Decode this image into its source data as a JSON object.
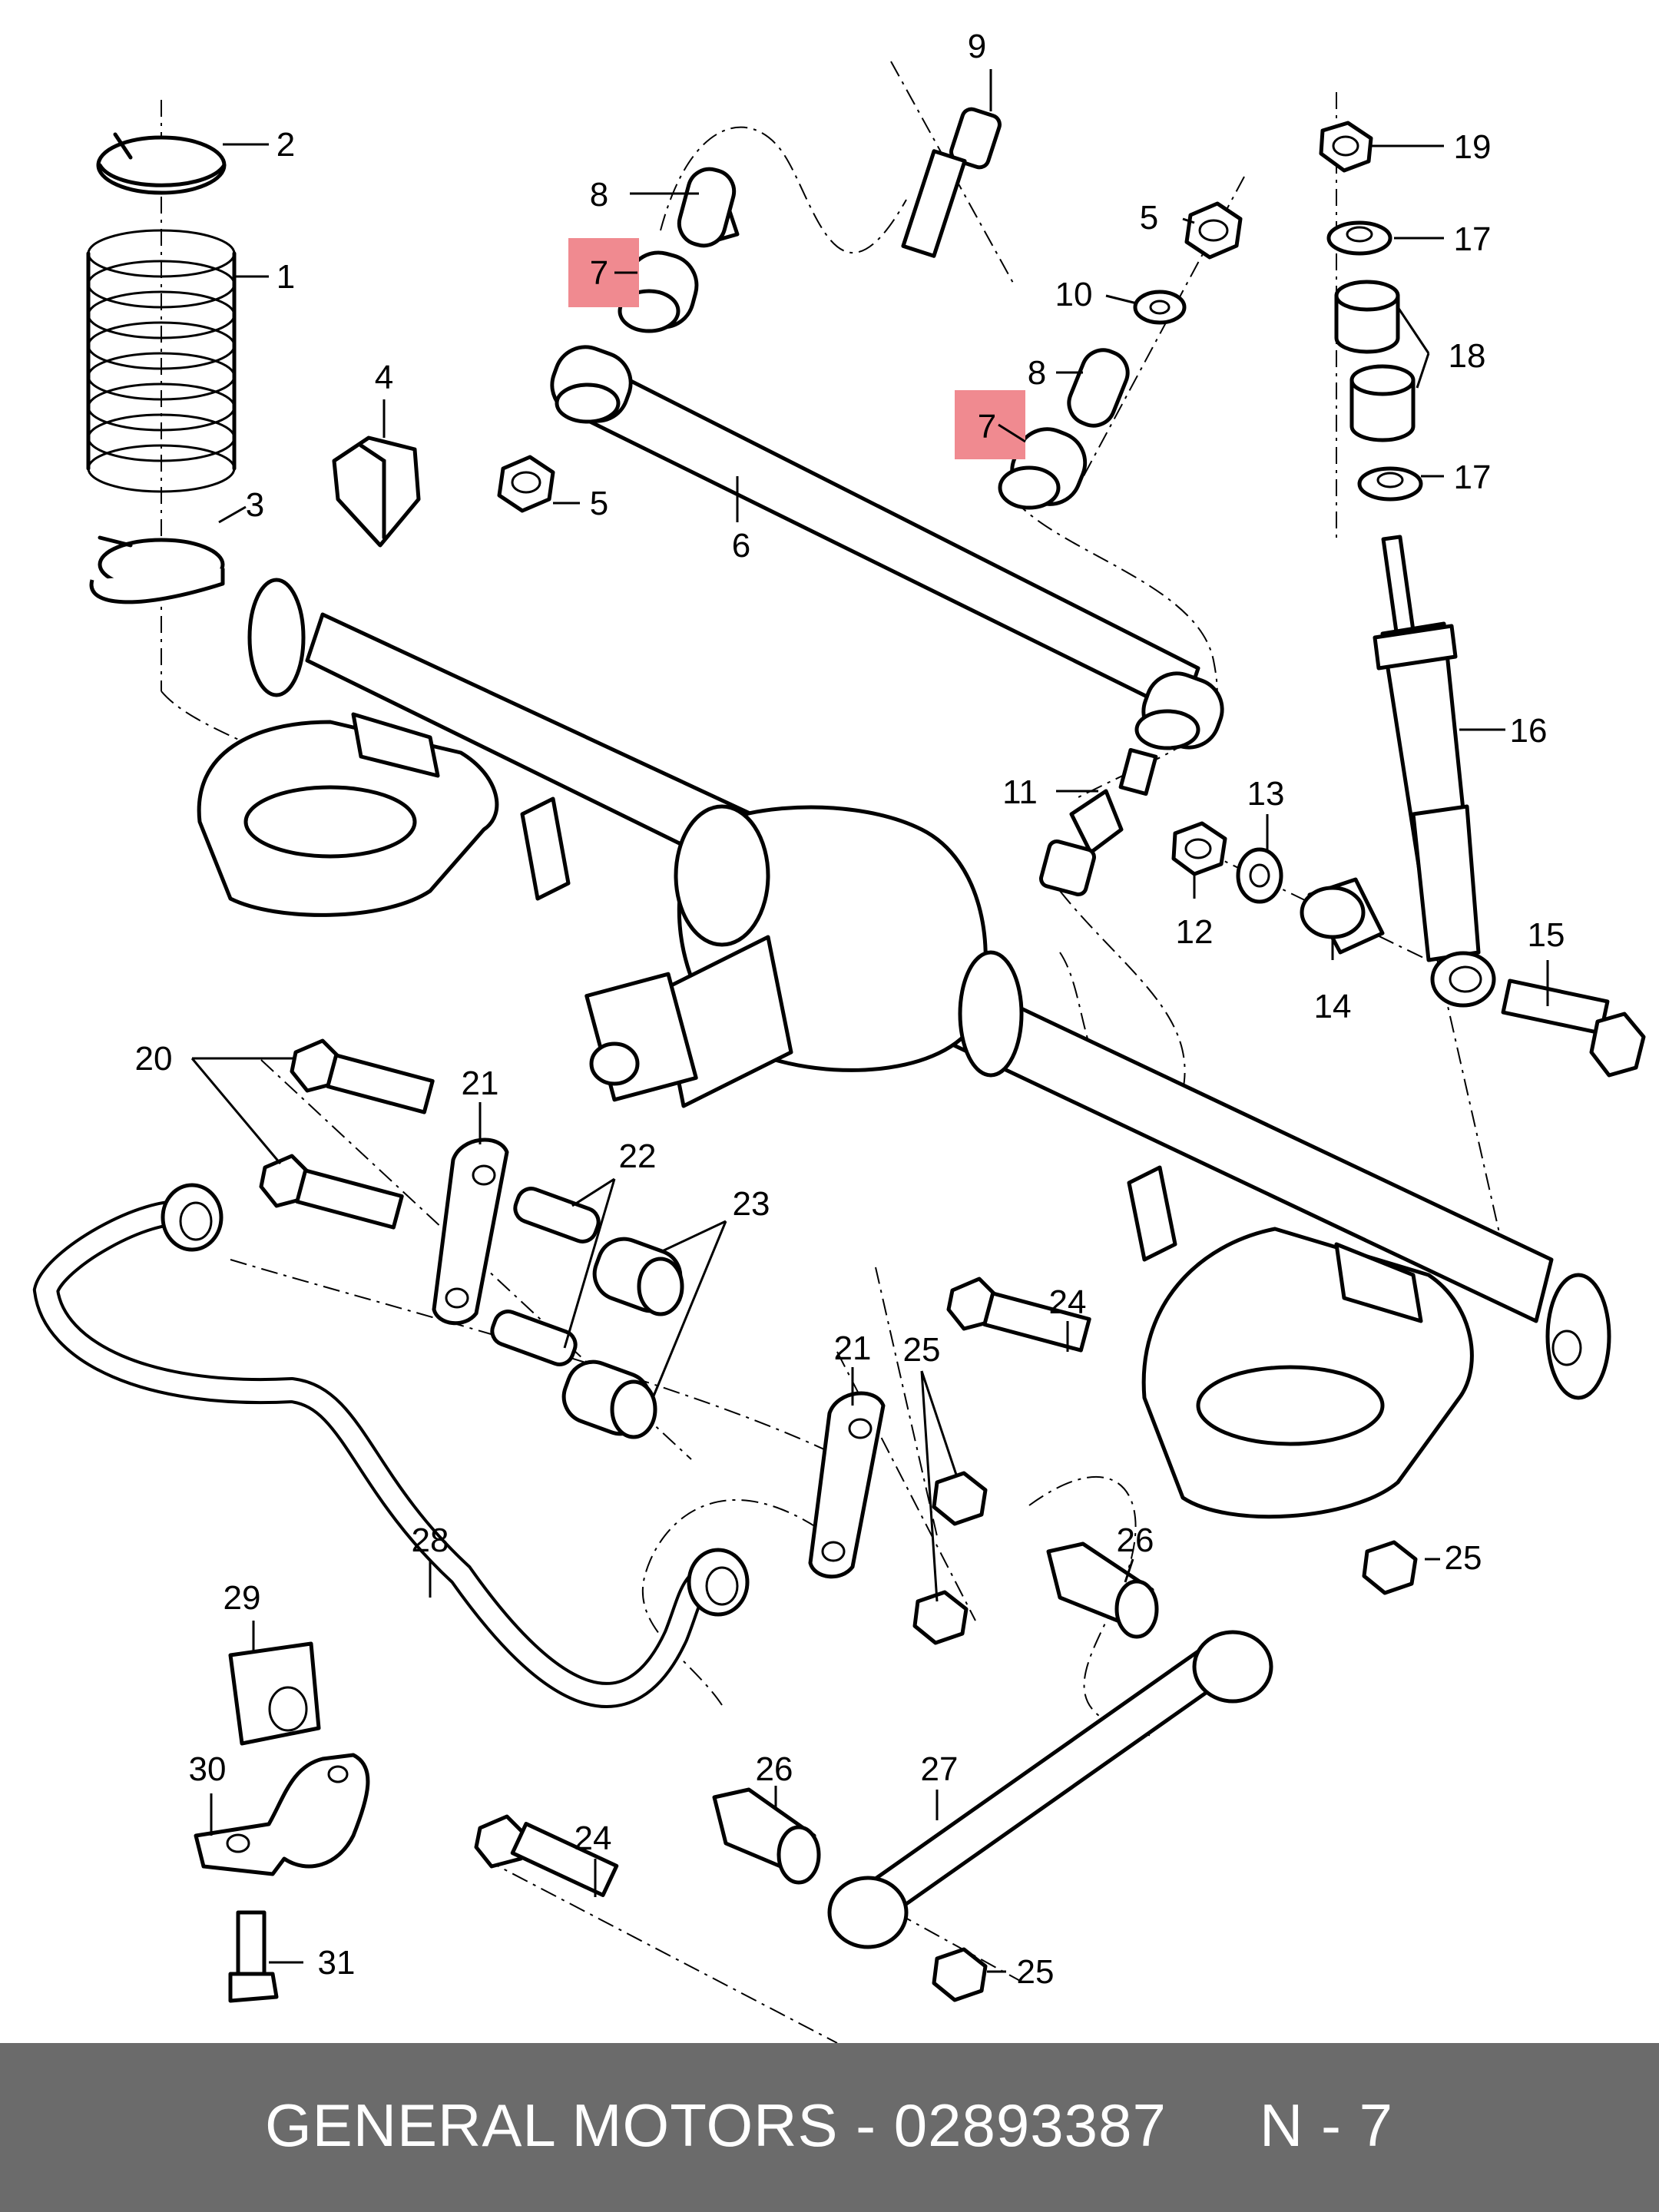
{
  "callouts": [
    {
      "id": "c9",
      "label": "9"
    },
    {
      "id": "c2",
      "label": "2"
    },
    {
      "id": "c19",
      "label": "19"
    },
    {
      "id": "c8a",
      "label": "8"
    },
    {
      "id": "c5a",
      "label": "5"
    },
    {
      "id": "c17a",
      "label": "17"
    },
    {
      "id": "c1",
      "label": "1"
    },
    {
      "id": "c7a",
      "label": "7"
    },
    {
      "id": "c10",
      "label": "10"
    },
    {
      "id": "c18",
      "label": "18"
    },
    {
      "id": "c4",
      "label": "4"
    },
    {
      "id": "c8b",
      "label": "8"
    },
    {
      "id": "c7b",
      "label": "7"
    },
    {
      "id": "c17b",
      "label": "17"
    },
    {
      "id": "c5b",
      "label": "5"
    },
    {
      "id": "c3",
      "label": "3"
    },
    {
      "id": "c6",
      "label": "6"
    },
    {
      "id": "c16",
      "label": "16"
    },
    {
      "id": "c11",
      "label": "11"
    },
    {
      "id": "c13",
      "label": "13"
    },
    {
      "id": "c12",
      "label": "12"
    },
    {
      "id": "c15",
      "label": "15"
    },
    {
      "id": "c14",
      "label": "14"
    },
    {
      "id": "c20",
      "label": "20"
    },
    {
      "id": "c21a",
      "label": "21"
    },
    {
      "id": "c22",
      "label": "22"
    },
    {
      "id": "c23",
      "label": "23"
    },
    {
      "id": "c24a",
      "label": "24"
    },
    {
      "id": "c21b",
      "label": "21"
    },
    {
      "id": "c25a",
      "label": "25"
    },
    {
      "id": "c25b",
      "label": "25"
    },
    {
      "id": "c26a",
      "label": "26"
    },
    {
      "id": "c28",
      "label": "28"
    },
    {
      "id": "c29",
      "label": "29"
    },
    {
      "id": "c30",
      "label": "30"
    },
    {
      "id": "c26b",
      "label": "26"
    },
    {
      "id": "c27",
      "label": "27"
    },
    {
      "id": "c24b",
      "label": "24"
    },
    {
      "id": "c31",
      "label": "31"
    },
    {
      "id": "c25c",
      "label": "25"
    }
  ],
  "highlight_color": "#f08a90",
  "footer": {
    "brand_part": "GENERAL MOTORS - 02893387",
    "ref": "N - 7"
  }
}
